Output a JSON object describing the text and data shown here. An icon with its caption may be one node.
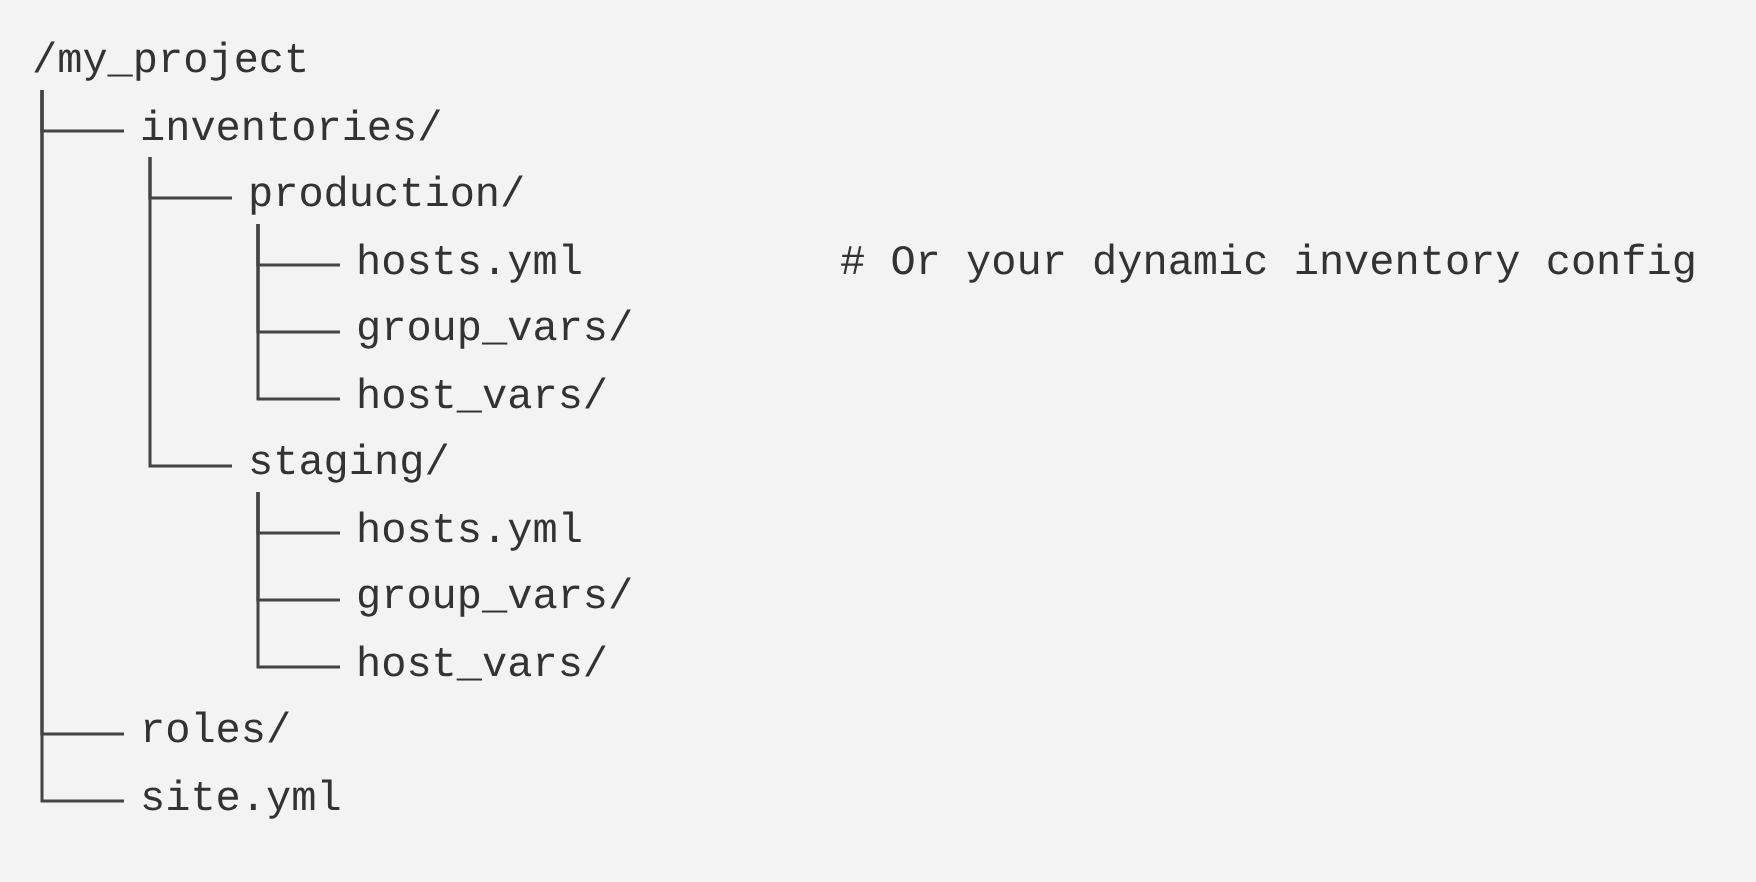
{
  "diagram": {
    "nodes": [
      {
        "text": [
          "/my_project"
        ]
      },
      {
        "text": [
          "inventories/"
        ]
      },
      {
        "text": [
          "production/"
        ]
      },
      {
        "text": [
          "hosts.yml"
        ]
      },
      {
        "text": [
          "group_vars/"
        ]
      },
      {
        "text": [
          "host_vars/"
        ]
      },
      {
        "text": [
          "staging/"
        ]
      },
      {
        "text": [
          "hosts.yml"
        ]
      },
      {
        "text": [
          "group_vars/"
        ]
      },
      {
        "text": [
          "host_vars/"
        ]
      },
      {
        "text": [
          "roles/"
        ]
      },
      {
        "text": [
          "site.yml"
        ]
      }
    ],
    "edges": [
      {
        "from": 0,
        "to": 1,
        "arrow": "none"
      },
      {
        "from": 1,
        "to": 2,
        "arrow": "none"
      },
      {
        "from": 2,
        "to": 3,
        "arrow": "none"
      },
      {
        "from": 2,
        "to": 4,
        "arrow": "none"
      },
      {
        "from": 2,
        "to": 5,
        "arrow": "none"
      },
      {
        "from": 1,
        "to": 6,
        "arrow": "none"
      },
      {
        "from": 6,
        "to": 7,
        "arrow": "none"
      },
      {
        "from": 6,
        "to": 8,
        "arrow": "none"
      },
      {
        "from": 6,
        "to": 9,
        "arrow": "none"
      },
      {
        "from": 0,
        "to": 10,
        "arrow": "none"
      },
      {
        "from": 0,
        "to": 11,
        "arrow": "none"
      }
    ],
    "labels": [
      "# Or your dynamic inventory config"
    ]
  }
}
